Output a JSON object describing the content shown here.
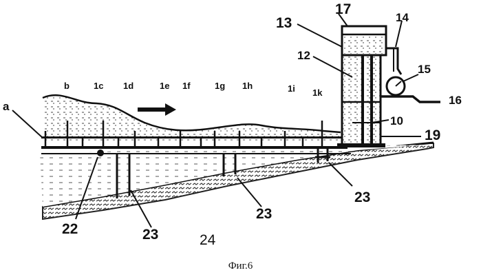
{
  "figure": {
    "caption": "Фиг.6",
    "labels": {
      "a": "a",
      "b": "b",
      "c": "1c",
      "d": "1d",
      "e": "1e",
      "f": "1f",
      "g": "1g",
      "h": "1h",
      "i": "1i",
      "k": "1k",
      "n10": "10",
      "n12": "12",
      "n13": "13",
      "n14": "14",
      "n15": "15",
      "n16": "16",
      "n17": "17",
      "n19": "19",
      "n22": "22",
      "n23a": "23",
      "n23b": "23",
      "n23c": "23",
      "n24": "24"
    }
  }
}
